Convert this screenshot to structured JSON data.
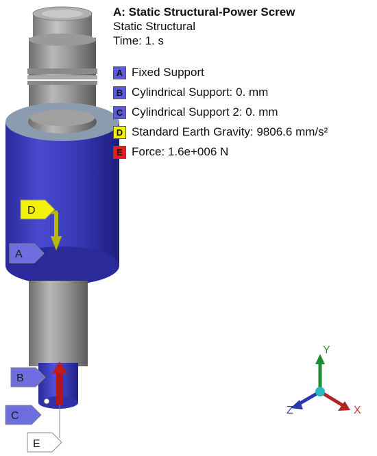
{
  "header": {
    "title": "A: Static Structural-Power Screw",
    "subtitle": "Static Structural",
    "time": "Time: 1. s"
  },
  "legend": [
    {
      "key": "A",
      "label": "Fixed Support",
      "color": "#5b5bd6"
    },
    {
      "key": "B",
      "label": "Cylindrical Support: 0. mm",
      "color": "#5b5bd6"
    },
    {
      "key": "C",
      "label": "Cylindrical Support 2: 0. mm",
      "color": "#5b5bd6"
    },
    {
      "key": "D",
      "label": "Standard Earth Gravity: 9806.6 mm/s²",
      "color": "#f2f20a"
    },
    {
      "key": "E",
      "label": "Force: 1.6e+006 N",
      "color": "#e02020"
    }
  ],
  "tags": {
    "a": "A",
    "b": "B",
    "c": "C",
    "d": "D",
    "e": "E"
  },
  "triad": {
    "x": "X",
    "y": "Y",
    "z": "Z",
    "x_color": "#d03030",
    "y_color": "#2a9a3a",
    "z_color": "#3040c0"
  }
}
